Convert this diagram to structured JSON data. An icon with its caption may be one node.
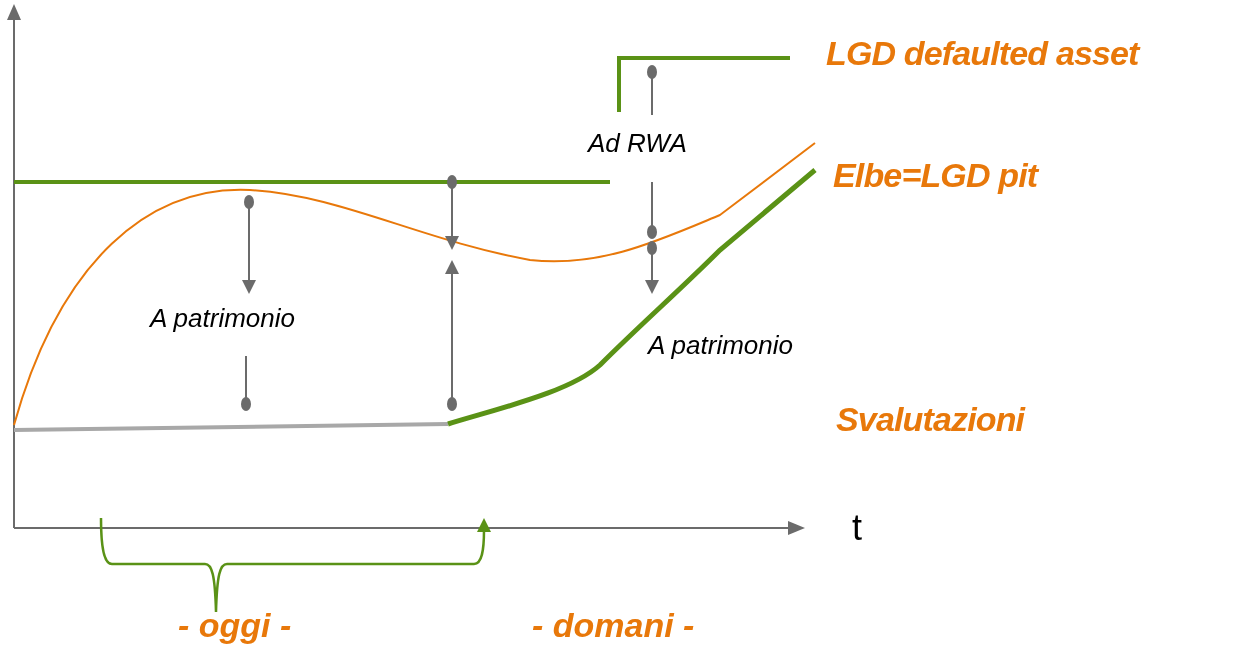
{
  "diagram": {
    "labels": [
      "LGD defaulted asset",
      "Ad RWA",
      "Elbe=LGD pit",
      "A patrimonio",
      "A patrimonio",
      "Svalutazioni",
      "t",
      "- oggi -",
      "- domani -"
    ]
  }
}
